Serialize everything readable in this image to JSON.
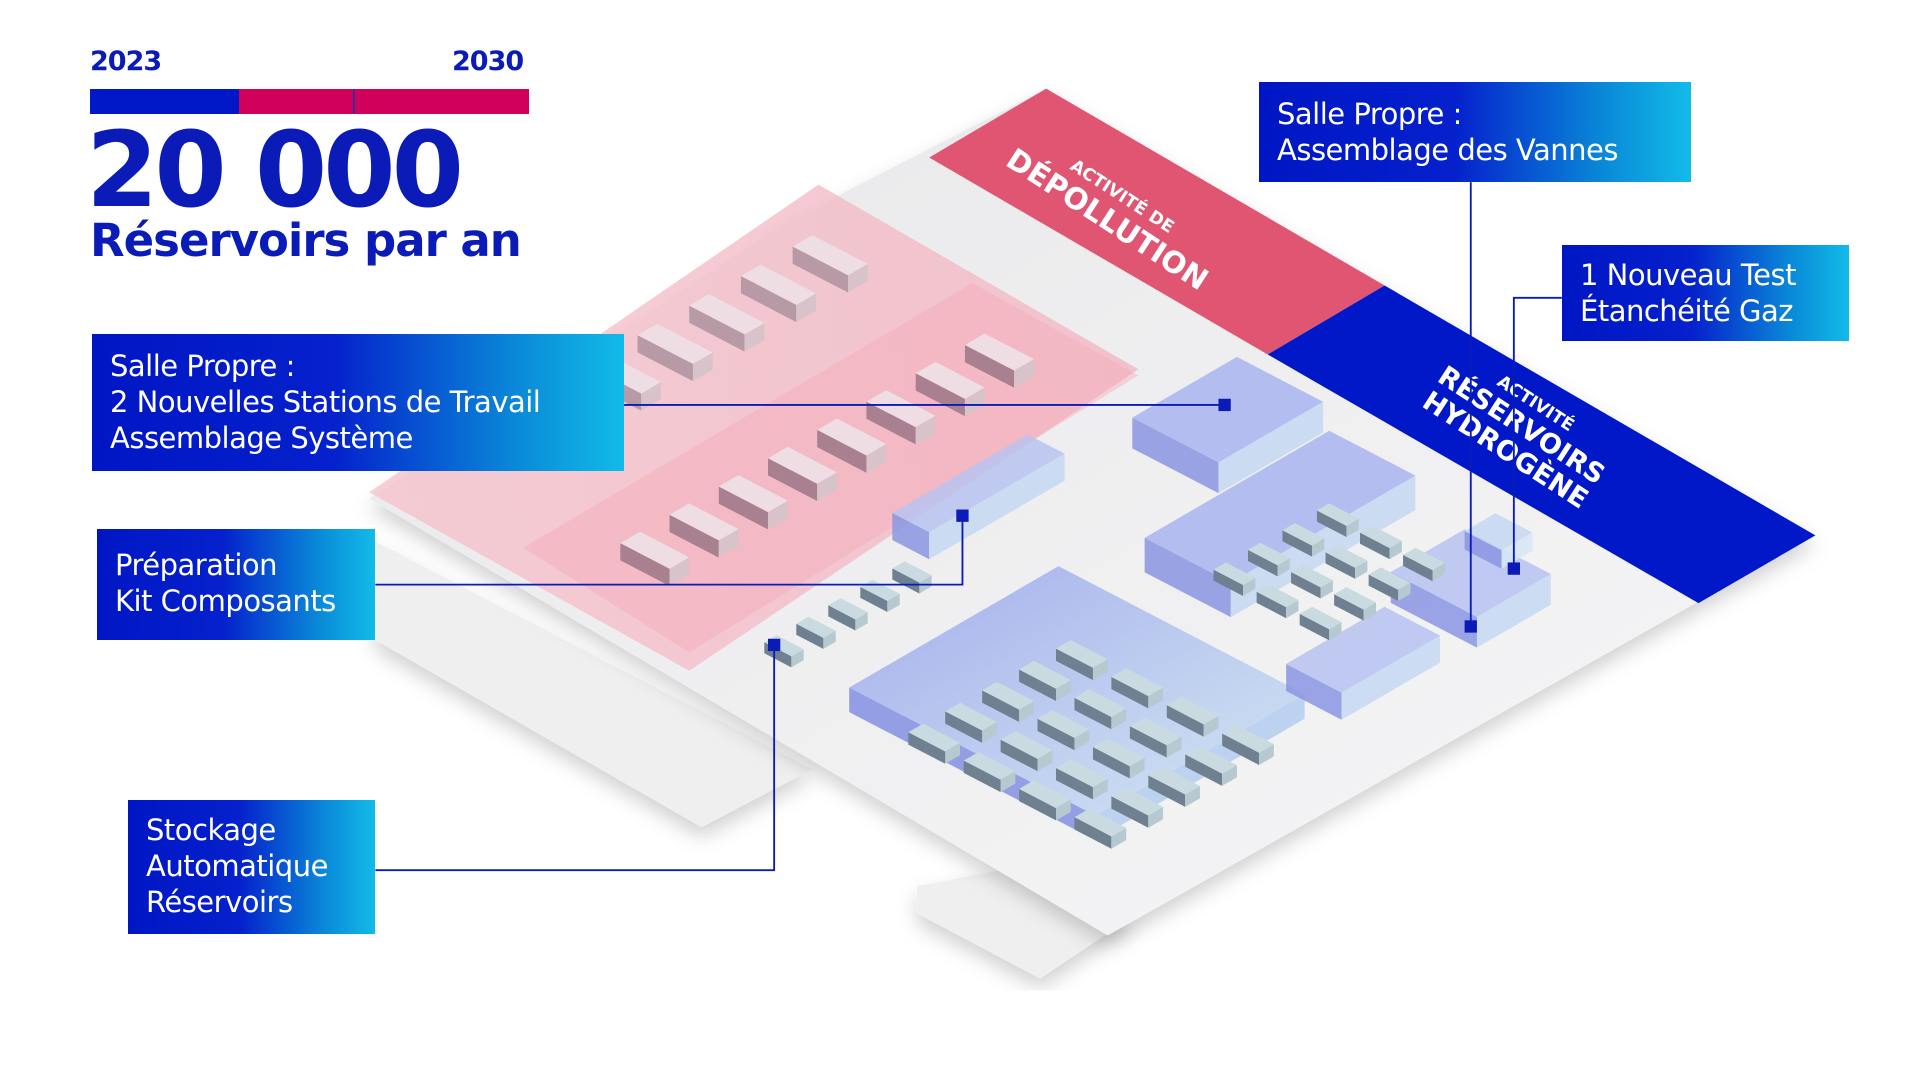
{
  "timeline": {
    "start_year": "2023",
    "end_year": "2030",
    "progress_fraction": 0.34,
    "tick_fraction": 0.6
  },
  "headline": {
    "value": "20 000",
    "caption": "Réservoirs par an"
  },
  "zones": {
    "depollution": {
      "line1": "ACTIVITÉ DE",
      "line2": "DÉPOLLUTION"
    },
    "hydrogene": {
      "line1": "ACTIVITÉ",
      "line2": "RÉSERVOIRS",
      "line3": "HYDROGÈNE"
    }
  },
  "callouts": {
    "salle_propre_stations": [
      "Salle Propre :",
      "2 Nouvelles Stations de Travail",
      "Assemblage Système"
    ],
    "preparation_kit": [
      "Préparation",
      "Kit Composants"
    ],
    "stockage": [
      "Stockage",
      "Automatique",
      "Réservoirs"
    ],
    "salle_propre_vannes": [
      "Salle Propre :",
      "Assemblage des Vannes"
    ],
    "test_etancheite": [
      "1 Nouveau Test",
      "Étanchéité Gaz"
    ]
  },
  "colors": {
    "brand_blue": "#0018c8",
    "brand_pink": "#d1005a",
    "zone_pink": "#e05572",
    "cyan": "#12bbe8"
  }
}
